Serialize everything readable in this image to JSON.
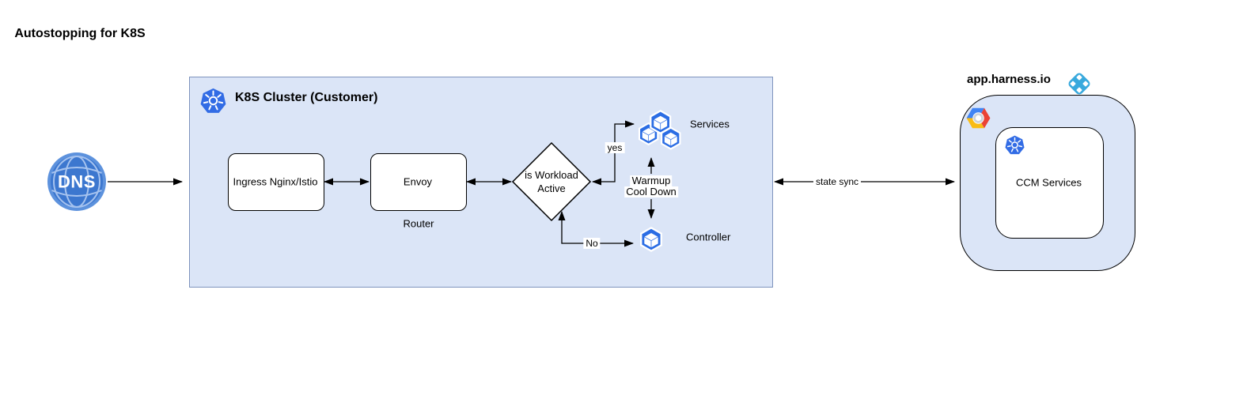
{
  "page": {
    "title": "Autostopping for K8S"
  },
  "colors": {
    "canvas-bg": "#ffffff",
    "cluster-fill": "#dbe5f7",
    "cluster-stroke": "#7e93bd",
    "node-stroke": "#000000",
    "k8s-blue": "#326ce5",
    "cube-blue": "#2b6de4",
    "harness-blue": "#38a9dd",
    "dns-rim": "#5d92dd",
    "dns-fill": "#3c77cf",
    "dns-lines": "#a6c3ef",
    "gcp-blue": "#4285f4",
    "gcp-red": "#ea4335",
    "gcp-yellow": "#f9bc15",
    "text": "#000000"
  },
  "nodes": {
    "dns": {
      "label": "DNS"
    },
    "cluster": {
      "title": "K8S Cluster (Customer)"
    },
    "ingress": {
      "label": "Ingress Nginx/Istio"
    },
    "envoy": {
      "label": "Envoy",
      "sublabel": "Router"
    },
    "decision": {
      "label": "is Workload Active"
    },
    "services": {
      "label": "Services"
    },
    "controller": {
      "label": "Controller"
    },
    "harness": {
      "title": "app.harness.io"
    },
    "ccm": {
      "label": "CCM Services"
    }
  },
  "edges": {
    "yes": {
      "label": "yes"
    },
    "no": {
      "label": "No"
    },
    "warmup": {
      "label": "Warmup"
    },
    "cooldown": {
      "label": "Cool Down"
    },
    "state_sync": {
      "label": "state sync"
    }
  },
  "icons": [
    "dns-globe-icon",
    "kubernetes-icon",
    "pod-cube-icon",
    "harness-logo-icon",
    "google-cloud-icon"
  ]
}
